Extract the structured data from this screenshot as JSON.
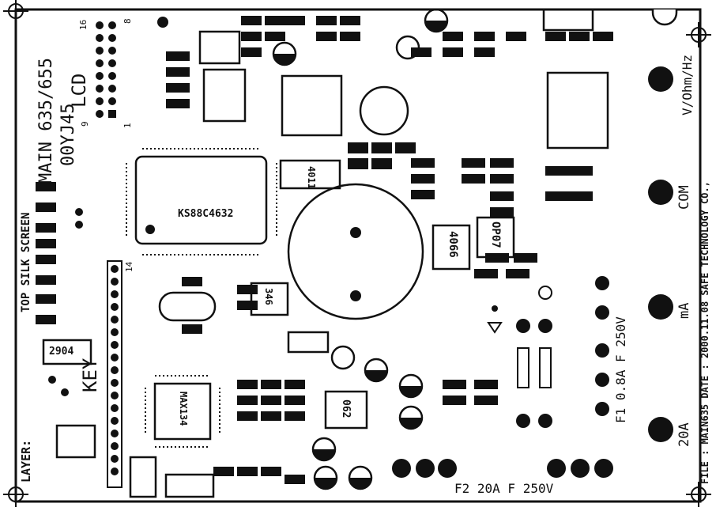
{
  "board": {
    "layer_label": "LAYER:",
    "top_silk": "TOP SILK SCREEN",
    "main_model": "MAIN 635/655",
    "part_code": "00YJ45",
    "lcd_label": "LCD",
    "key_label": "KEY",
    "ic_ks88": "KS88C4632",
    "ic_4011": "4011",
    "ic_4066": "4066",
    "ic_op07": "OP07",
    "ic_max134": "MAX134",
    "ic_2904": "2904",
    "ic_062": "062",
    "ic_346": "346",
    "fuse_f1": "F1 0.8A F 250V",
    "fuse_f2": "F2 20A F 250V",
    "term_vohm": "V/Ohm/Hz",
    "term_com": "COM",
    "term_ma": "mA",
    "term_20a": "20A",
    "file_info": "FILE : MAIN635 DATE : 2000.11.08 SAFE TECHNOLOGY CO.,",
    "pin16": "16",
    "pin8": "8",
    "pin9": "9",
    "pin1": "1",
    "pin14": "14"
  },
  "colors": {
    "ink": "#111111",
    "paper": "#ffffff"
  }
}
